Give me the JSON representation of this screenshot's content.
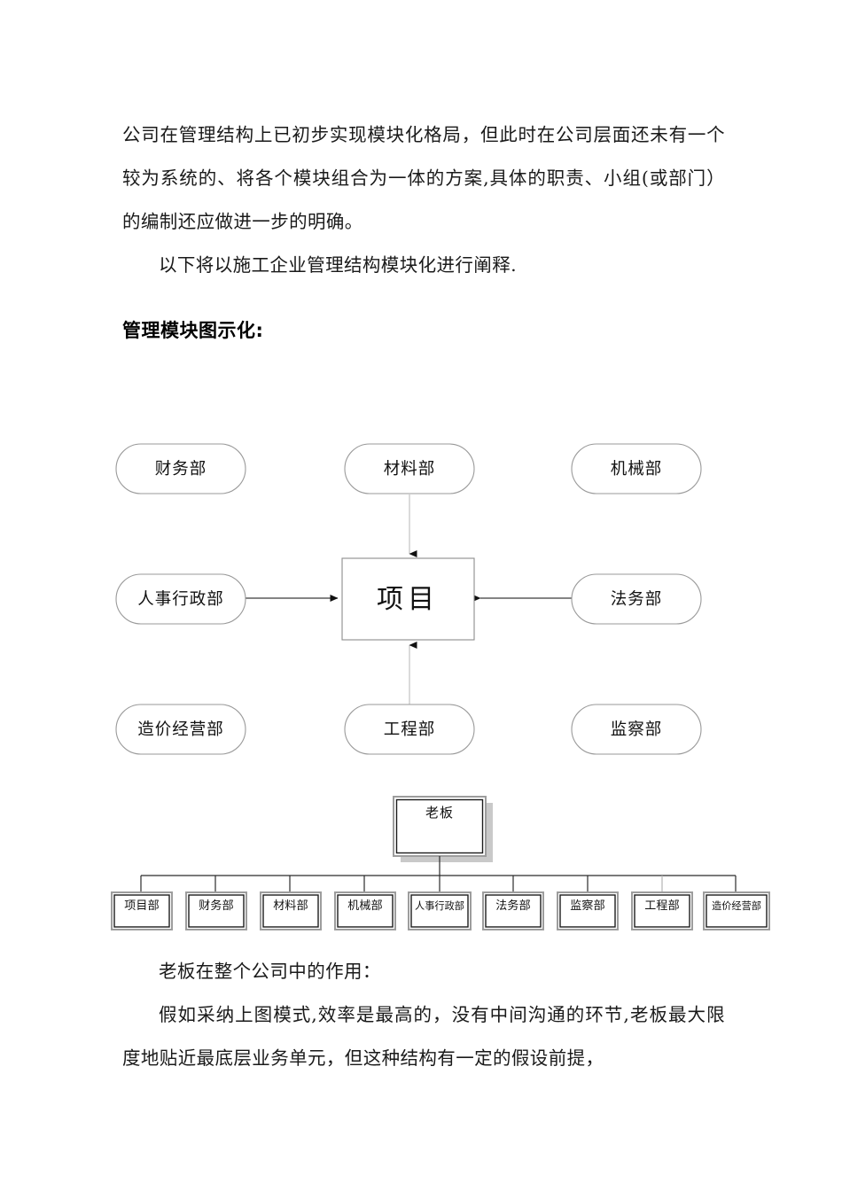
{
  "document": {
    "paragraphs": [
      "公司在管理结构上已初步实现模块化格局，但此时在公司层面还未有一个较为系统的、将各个模块组合为一体的方案,具体的职责、小组(或部门）的编制还应做进一步的明确。",
      "以下将以施工企业管理结构模块化进行阐释."
    ],
    "heading": "管理模块图示化:",
    "closing_paragraphs": [
      "老板在整个公司中的作用：",
      "假如采纳上图模式,效率是最高的，没有中间沟通的环节,老板最大限度地贴近最底层业务单元，但这种结构有一定的假设前提，"
    ]
  },
  "module_diagram": {
    "center": {
      "label": "项目"
    },
    "left_nodes": [
      {
        "label": "财务部"
      },
      {
        "label": "人事行政部"
      },
      {
        "label": "造价经营部"
      }
    ],
    "middle_nodes": [
      {
        "label": "材料部"
      },
      {
        "label": "工程部"
      }
    ],
    "right_nodes": [
      {
        "label": "机械部"
      },
      {
        "label": "法务部"
      },
      {
        "label": "监察部"
      }
    ]
  },
  "org_chart": {
    "root": {
      "label": "老板"
    },
    "children": [
      {
        "label": "项目部"
      },
      {
        "label": "财务部"
      },
      {
        "label": "材料部"
      },
      {
        "label": "机械部"
      },
      {
        "label": "人事行政部"
      },
      {
        "label": "法务部"
      },
      {
        "label": "监察部"
      },
      {
        "label": "工程部"
      },
      {
        "label": "造价经营部"
      }
    ]
  },
  "colors": {
    "page_background": "#ffffff",
    "text": "#1a1a1a",
    "pill_stroke": "#9a9a9a",
    "connector_light": "#bdbdbd",
    "connector_dark": "#3a3a3a",
    "org_shadow": "#c9c9c9",
    "org_border": "#1c1c1c"
  }
}
